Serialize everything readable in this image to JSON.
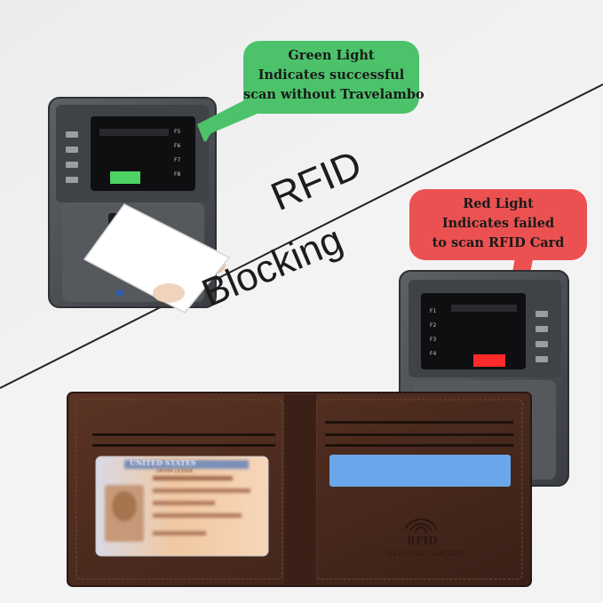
{
  "callouts": {
    "green": {
      "line1": "Green Light",
      "line2": "Indicates successful",
      "line3": "scan without Travelambo",
      "color": "#4cc36a"
    },
    "red": {
      "line1": "Red Light",
      "line2": "Indicates failed",
      "line3": "to scan RFID Card",
      "color": "#ec5151"
    }
  },
  "headline": {
    "word1": "RFID",
    "word2": "Blocking"
  },
  "reader": {
    "keys": [
      "F1",
      "F2",
      "F3",
      "F4"
    ],
    "keys_right": [
      "F5",
      "F6",
      "F7",
      "F8"
    ]
  },
  "wallet": {
    "stamp_brand": "RFID",
    "stamp_text": "GENUINE LEATHER",
    "id_header": "UNITED STATES",
    "id_subheader": "DRIVER LICENSE"
  },
  "colors": {
    "leather": "#4a2a1e",
    "reader_body": "#4d5055",
    "screen": "#0f0f12",
    "card_blue": "#6aa7ea"
  }
}
